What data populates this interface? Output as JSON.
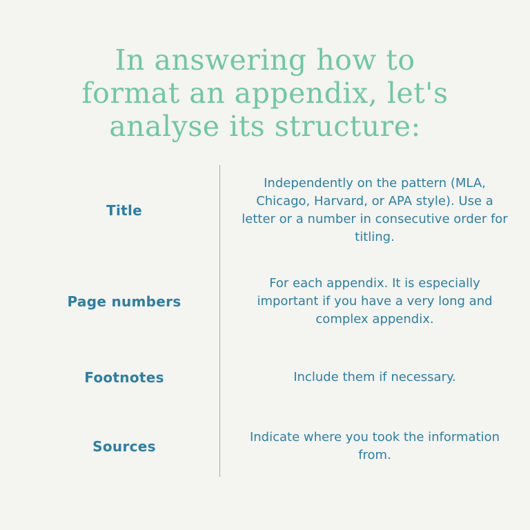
{
  "page": {
    "background_color": "#f4f4f1",
    "title_color": "#72c6a4",
    "text_color": "#2f7ea0",
    "divider_color": "#a8a9a8"
  },
  "title": {
    "full_text": "In answering how to format an appendix, let's analyse its structure:",
    "lines": [
      "In answering how to",
      "format an appendix, let's",
      "analyse its structure:"
    ]
  },
  "rows": [
    {
      "label": "Title",
      "description": "Independently on the pattern (MLA, Chicago, Harvard, or APA style). Use a letter or a number in consecutive order for titling."
    },
    {
      "label": "Page numbers",
      "description": "For each appendix. It is especially important if you have a very long and complex appendix."
    },
    {
      "label": "Footnotes",
      "description": "Include them if necessary."
    },
    {
      "label": "Sources",
      "description": "Indicate where you took the information from."
    }
  ]
}
